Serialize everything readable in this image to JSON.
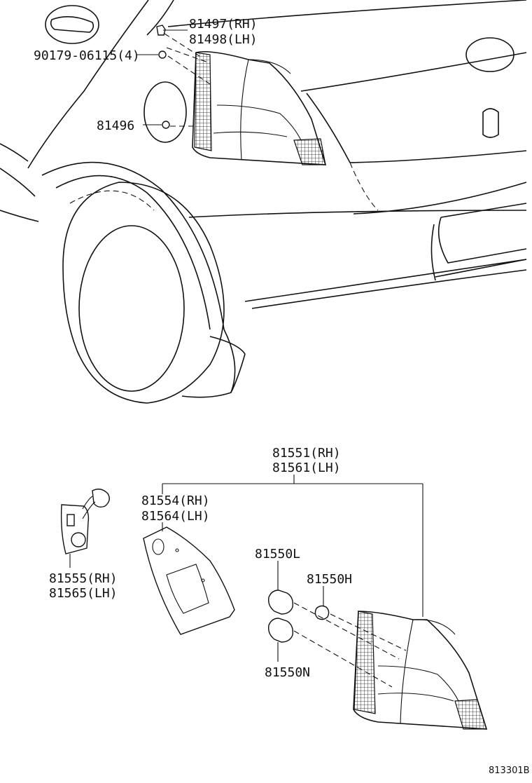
{
  "diagram": {
    "reference_code": "813301B",
    "callouts": [
      {
        "id": "c1",
        "lines": [
          "81497(RH)",
          "81498(LH)"
        ]
      },
      {
        "id": "c2",
        "lines": [
          "90179-06115(4)"
        ]
      },
      {
        "id": "c3",
        "lines": [
          "81496"
        ]
      },
      {
        "id": "c4",
        "lines": [
          "81551(RH)",
          "81561(LH)"
        ]
      },
      {
        "id": "c5",
        "lines": [
          "81554(RH)",
          "81564(LH)"
        ]
      },
      {
        "id": "c6",
        "lines": [
          "81555(RH)",
          "81565(LH)"
        ]
      },
      {
        "id": "c7",
        "lines": [
          "81550L"
        ]
      },
      {
        "id": "c8",
        "lines": [
          "81550H"
        ]
      },
      {
        "id": "c9",
        "lines": [
          "81550N"
        ]
      }
    ]
  }
}
